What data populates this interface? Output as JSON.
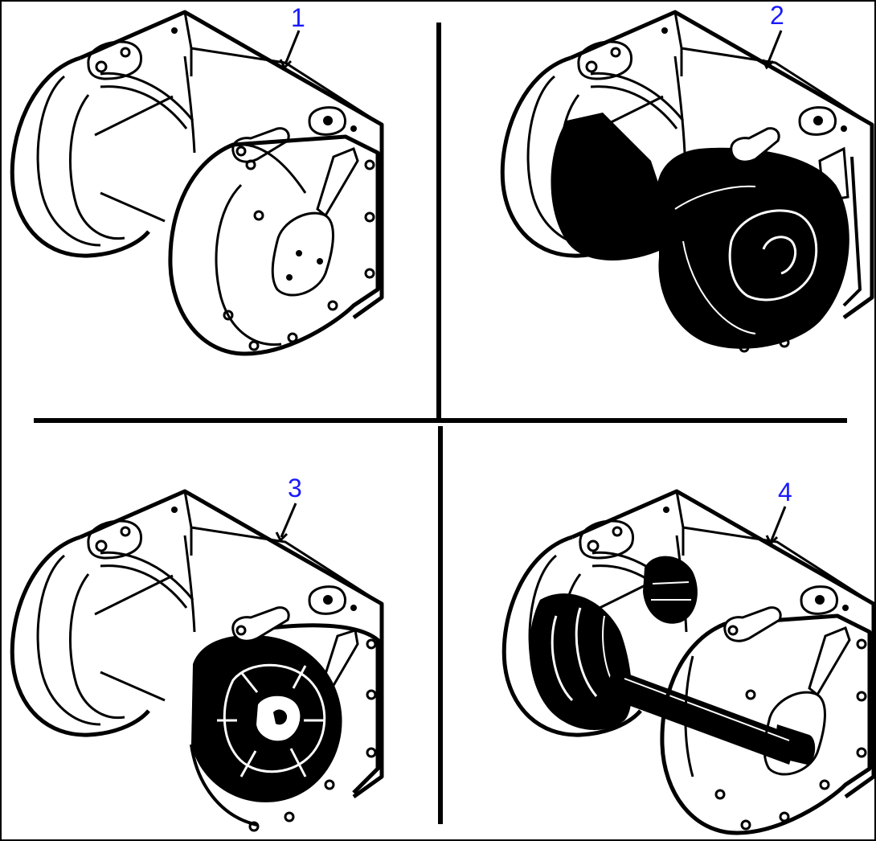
{
  "figure": {
    "callout_color": "#1a1aff",
    "line_color": "#000000",
    "panels": [
      {
        "id": "1",
        "label": "1",
        "state": "housing-cover-installed",
        "icon": "winch-housing-icon"
      },
      {
        "id": "2",
        "label": "2",
        "state": "housing-brake-drum-exposed",
        "icon": "winch-brake-drum-icon"
      },
      {
        "id": "3",
        "label": "3",
        "state": "housing-clutch-exposed",
        "icon": "winch-clutch-icon"
      },
      {
        "id": "4",
        "label": "4",
        "state": "housing-shaft-gears-exposed",
        "icon": "winch-shaft-gear-icon"
      }
    ]
  }
}
